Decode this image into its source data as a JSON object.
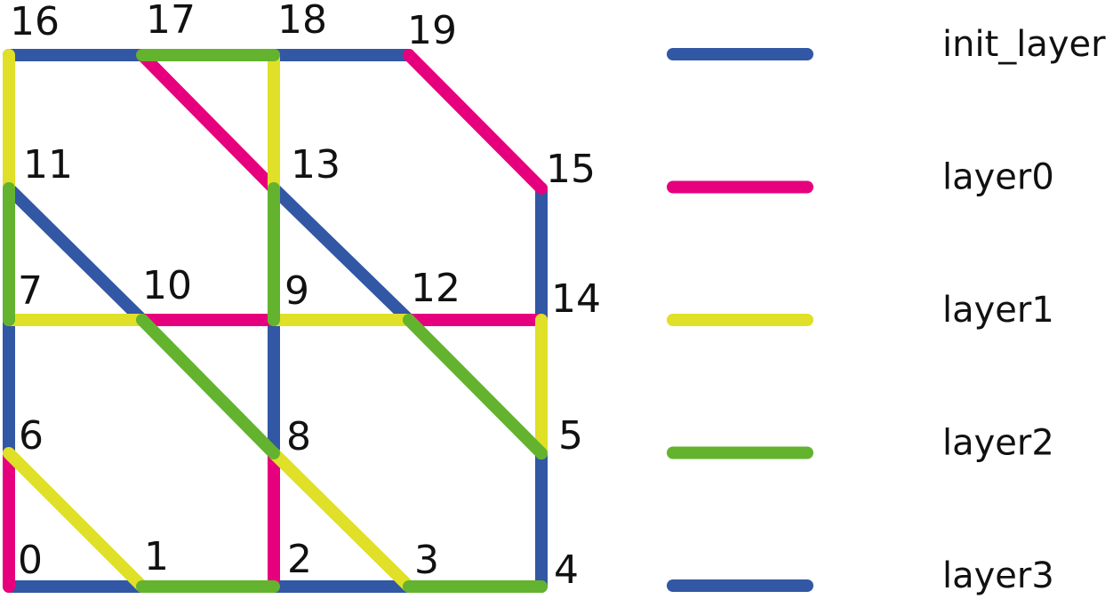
{
  "colors": {
    "init_layer": "#3257a4",
    "layer0": "#e6007e",
    "layer1": "#dfe027",
    "layer2": "#63b32e",
    "layer3": "#3257a4"
  },
  "nodes": [
    "0",
    "1",
    "2",
    "3",
    "4",
    "5",
    "6",
    "7",
    "8",
    "9",
    "10",
    "11",
    "12",
    "13",
    "14",
    "15",
    "16",
    "17",
    "18",
    "19"
  ],
  "edges": [
    {
      "from": "0",
      "to": "1",
      "layer": "init_layer"
    },
    {
      "from": "2",
      "to": "3",
      "layer": "init_layer"
    },
    {
      "from": "4",
      "to": "5",
      "layer": "init_layer"
    },
    {
      "from": "6",
      "to": "7",
      "layer": "init_layer"
    },
    {
      "from": "8",
      "to": "9",
      "layer": "init_layer"
    },
    {
      "from": "10",
      "to": "11",
      "layer": "init_layer"
    },
    {
      "from": "12",
      "to": "13",
      "layer": "init_layer"
    },
    {
      "from": "14",
      "to": "15",
      "layer": "init_layer"
    },
    {
      "from": "16",
      "to": "17",
      "layer": "init_layer"
    },
    {
      "from": "18",
      "to": "19",
      "layer": "init_layer"
    },
    {
      "from": "0",
      "to": "6",
      "layer": "layer0"
    },
    {
      "from": "2",
      "to": "8",
      "layer": "layer0"
    },
    {
      "from": "10",
      "to": "9",
      "layer": "layer0"
    },
    {
      "from": "12",
      "to": "14",
      "layer": "layer0"
    },
    {
      "from": "17",
      "to": "13",
      "layer": "layer0"
    },
    {
      "from": "19",
      "to": "15",
      "layer": "layer0"
    },
    {
      "from": "6",
      "to": "1",
      "layer": "layer1"
    },
    {
      "from": "8",
      "to": "3",
      "layer": "layer1"
    },
    {
      "from": "7",
      "to": "10",
      "layer": "layer1"
    },
    {
      "from": "9",
      "to": "12",
      "layer": "layer1"
    },
    {
      "from": "14",
      "to": "5",
      "layer": "layer1"
    },
    {
      "from": "11",
      "to": "16",
      "layer": "layer1"
    },
    {
      "from": "13",
      "to": "18",
      "layer": "layer1"
    },
    {
      "from": "1",
      "to": "2",
      "layer": "layer2"
    },
    {
      "from": "3",
      "to": "4",
      "layer": "layer2"
    },
    {
      "from": "10",
      "to": "8",
      "layer": "layer2"
    },
    {
      "from": "12",
      "to": "5",
      "layer": "layer2"
    },
    {
      "from": "7",
      "to": "11",
      "layer": "layer2"
    },
    {
      "from": "9",
      "to": "13",
      "layer": "layer2"
    },
    {
      "from": "17",
      "to": "18",
      "layer": "layer2"
    }
  ],
  "legend": [
    {
      "key": "init_layer",
      "label": "init_layer"
    },
    {
      "key": "layer0",
      "label": "layer0"
    },
    {
      "key": "layer1",
      "label": "layer1"
    },
    {
      "key": "layer2",
      "label": "layer2"
    },
    {
      "key": "layer3",
      "label": "layer3"
    }
  ]
}
